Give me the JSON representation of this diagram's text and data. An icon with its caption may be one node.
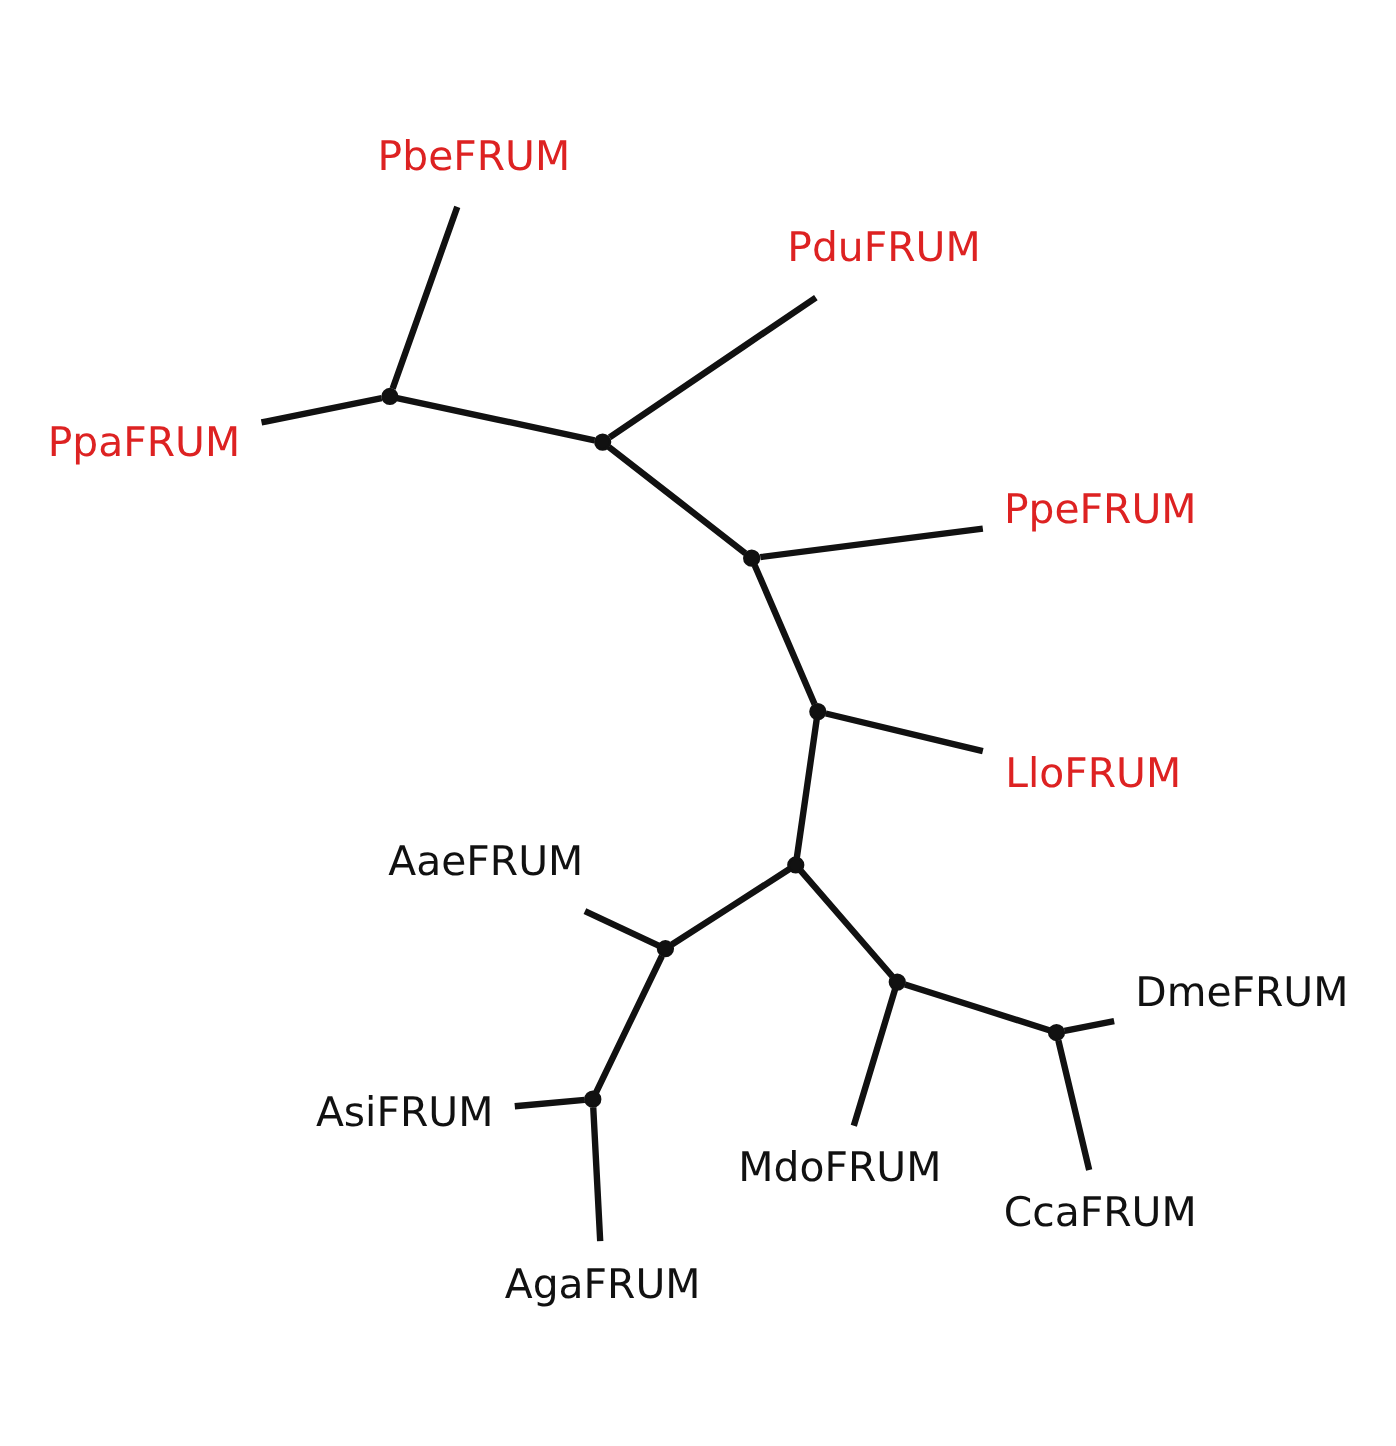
{
  "diagram": {
    "nodes": [
      {
        "text": [
          "PduFRUM"
        ]
      },
      {
        "text": [
          "PbeFRUM"
        ]
      },
      {
        "text": [
          "PpaFRUM"
        ]
      },
      {
        "text": [
          "PpeFRUM"
        ]
      },
      {
        "text": [
          "AaeFRUM"
        ]
      },
      {
        "text": [
          "LloFRUM"
        ]
      },
      {
        "text": [
          "AsiFRUM"
        ]
      },
      {
        "text": [
          "MdoFRUM"
        ]
      },
      {
        "text": [
          "AgaFRUM"
        ]
      },
      {
        "text": [
          "CcaFRUM"
        ]
      },
      {
        "text": [
          "DmeFRUM"
        ]
      },
      {
        "text": [],
        "shape": "point"
      },
      {
        "text": [],
        "shape": "point"
      },
      {
        "text": [],
        "shape": "point"
      },
      {
        "text": [],
        "shape": "point"
      },
      {
        "text": [],
        "shape": "point"
      },
      {
        "text": [],
        "shape": "point"
      },
      {
        "text": [],
        "shape": "point"
      },
      {
        "text": [],
        "shape": "point"
      },
      {
        "text": [],
        "shape": "point"
      }
    ],
    "edges": [
      {
        "from": 11,
        "to": 12,
        "arrow": "none"
      },
      {
        "from": 12,
        "to": 5,
        "arrow": "none"
      },
      {
        "from": 12,
        "to": 13,
        "arrow": "none"
      },
      {
        "from": 13,
        "to": 3,
        "arrow": "none"
      },
      {
        "from": 13,
        "to": 14,
        "arrow": "none"
      },
      {
        "from": 14,
        "to": 0,
        "arrow": "none"
      },
      {
        "from": 14,
        "to": 15,
        "arrow": "none"
      },
      {
        "from": 15,
        "to": 1,
        "arrow": "none"
      },
      {
        "from": 15,
        "to": 2,
        "arrow": "none"
      },
      {
        "from": 11,
        "to": 16,
        "arrow": "none"
      },
      {
        "from": 16,
        "to": 4,
        "arrow": "none"
      },
      {
        "from": 16,
        "to": 17,
        "arrow": "none"
      },
      {
        "from": 17,
        "to": 6,
        "arrow": "none"
      },
      {
        "from": 17,
        "to": 8,
        "arrow": "none"
      },
      {
        "from": 11,
        "to": 18,
        "arrow": "none"
      },
      {
        "from": 18,
        "to": 7,
        "arrow": "none"
      },
      {
        "from": 18,
        "to": 19,
        "arrow": "none"
      },
      {
        "from": 19,
        "to": 9,
        "arrow": "none"
      },
      {
        "from": 19,
        "to": 10,
        "arrow": "none"
      }
    ]
  }
}
